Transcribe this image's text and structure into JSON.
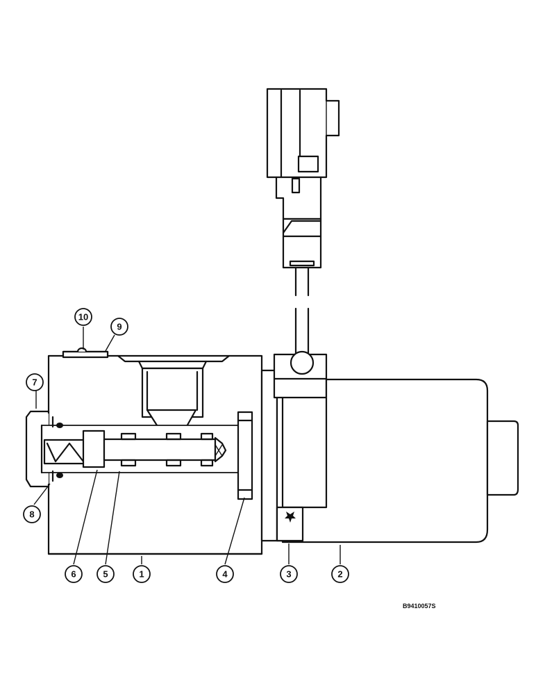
{
  "callouts": [
    {
      "id": "c1",
      "label": "1"
    },
    {
      "id": "c2",
      "label": "2"
    },
    {
      "id": "c3",
      "label": "3"
    },
    {
      "id": "c4",
      "label": "4"
    },
    {
      "id": "c5",
      "label": "5"
    },
    {
      "id": "c6",
      "label": "6"
    },
    {
      "id": "c7",
      "label": "7"
    },
    {
      "id": "c8",
      "label": "8"
    },
    {
      "id": "c9",
      "label": "9"
    },
    {
      "id": "c10",
      "label": "10"
    }
  ],
  "figure_ref": "B9410057S"
}
